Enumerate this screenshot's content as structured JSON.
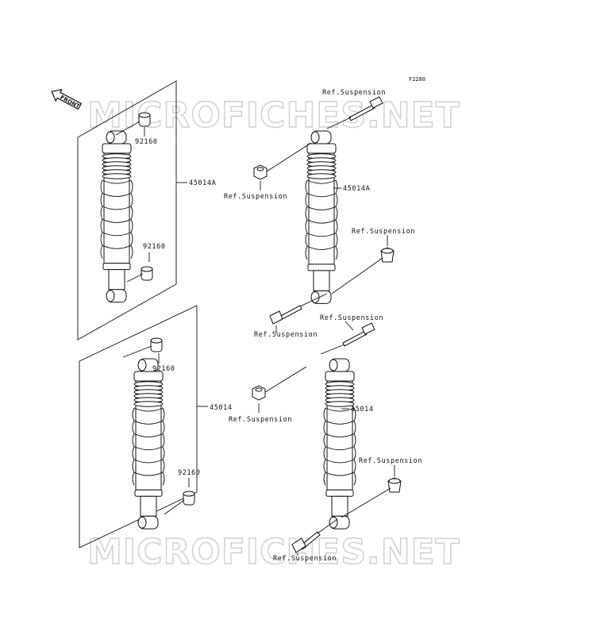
{
  "figure_code": "F2280",
  "front_label": "FRONT",
  "watermark": "MICROFICHES.NET",
  "labels": {
    "l_45014A_left": "45014A",
    "l_45014_left": "45014",
    "l_92160_a": "92160",
    "l_92160_b": "92160",
    "l_92160_c": "92160",
    "l_92160_d": "92160",
    "l_45014A_right": "45014A",
    "l_45014_right": "45014",
    "ref_1": "Ref.Suspension",
    "ref_2": "Ref.Suspension",
    "ref_3": "Ref.Suspension",
    "ref_4": "Ref.Suspension",
    "ref_5": "Ref.Suspension",
    "ref_6": "Ref.Suspension",
    "ref_7": "Ref.Suspension",
    "ref_8": "Ref.Suspension"
  }
}
